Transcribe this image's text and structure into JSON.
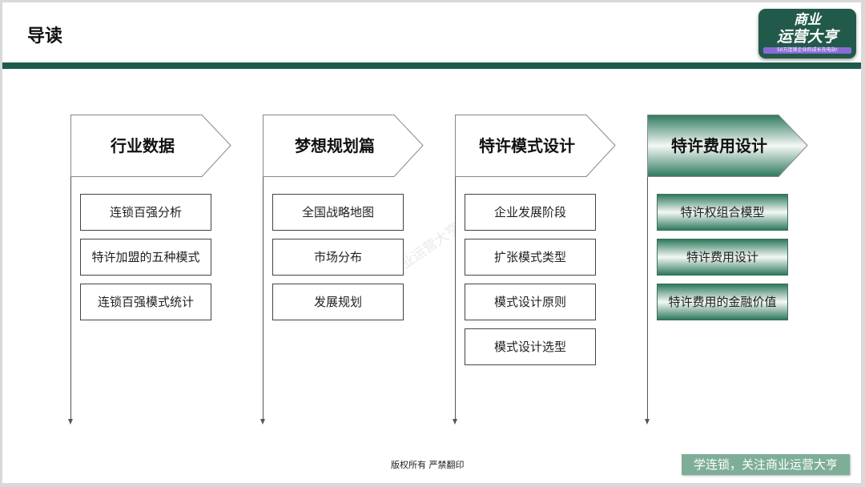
{
  "header": {
    "title": "导读"
  },
  "logo": {
    "line1": "商业",
    "line2": "运营大亨",
    "tagline": "50万连锁企业的成长充电站!"
  },
  "watermark": "商业运营大亨",
  "columns": [
    {
      "title": "行业数据",
      "active": false,
      "items": [
        "连锁百强分析",
        "特许加盟的五种模式",
        "连锁百强模式统计"
      ]
    },
    {
      "title": "梦想规划篇",
      "active": false,
      "items": [
        "全国战略地图",
        "市场分布",
        "发展规划"
      ]
    },
    {
      "title": "特许模式设计",
      "active": false,
      "items": [
        "企业发展阶段",
        "扩张模式类型",
        "模式设计原则",
        "模式设计选型"
      ]
    },
    {
      "title": "特许费用设计",
      "active": true,
      "items": [
        "特许权组合模型",
        "特许费用设计",
        "特许费用的金融价值"
      ]
    }
  ],
  "footer": {
    "copyright": "版权所有 严禁翻印",
    "slogan": "学连锁，关注商业运营大亨"
  },
  "colors": {
    "brand": "#1e5a4b",
    "active_gradient": "#2f7a5d",
    "slogan_bg": "#7fae98"
  }
}
